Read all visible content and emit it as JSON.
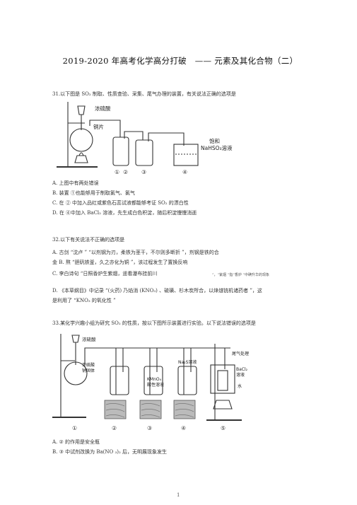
{
  "title": "2019-2020 年高考化学高分打破　——  元素及其化合物（二）",
  "q31": {
    "stem": "31.以下图是 SO₂ 制取、性质查验、采集、尾气办理的装置，有关说法正确的选项是",
    "labels": {
      "acid": "浓硫酸",
      "copper": "铜片",
      "sat1": "饱和",
      "sat2": "NaHSO₃溶液"
    },
    "markers": [
      "①",
      "②",
      "③",
      "④"
    ],
    "options": [
      "A. 上图中有两处错误",
      "B. 装置 ①也能够用于制取氯气、氯气",
      "C. 在 ② 中加入品红或紫色石蕊试液都能够考证 SO₂ 的漂白性",
      "D. 在 ④中加入  BaCl₂ 溶液，先生成白色积淀，随后积淀慢慢消逝"
    ]
  },
  "q32": {
    "stem": "32.以下有关说法不正确的选项是",
    "lines": [
      "A. 古剑 “沈卢 ” “以剂钢为刃，柔铁为茎干，不尔则多断折 ”，剂钢是铁的合",
      "金 B. 熬 “胆矾铁釜，久之亦化为铜 ”，该过程发生了置换反响",
      "C. 李白诗句 “日照香炉生紫烟，遥看瀑布挂前川",
      "D. 《本草纲目》中记录 “(火药) 乃焰消 (KNO₃) 、硫磺、杉木炭所合，以烽燧铳机诸药者 ”，这",
      "是利用了 “KNO₃ 的氧化性 ”"
    ],
    "c_note": "”，“紫烟 ”指“香炉 ”中碘升华的现象"
  },
  "q33": {
    "stem": "33.某化学兴趣小组为研究      SO₂ 的性质，按以下图所示装置进行实验。以下说法错误的选项是",
    "labels": {
      "acid": "浓硫酸",
      "na2so3a": "亚硫酸",
      "na2so3b": "钠固体",
      "kmno4a": "KMnO₄",
      "kmno4b": "酸性溶液",
      "na2s": "Na₂S溶液",
      "tail": "尾气处理",
      "bacl2a": "BaCl₂",
      "bacl2b": "溶液",
      "water": "水"
    },
    "markers": [
      "①",
      "②",
      "③",
      "④",
      "⑤"
    ],
    "options": [
      "A. ② 的作用是安全瓶",
      "B. ③ 中试剂改换为  Ba(NO ₃)₂ 后，无明展现象发生"
    ]
  },
  "page_number": "1"
}
